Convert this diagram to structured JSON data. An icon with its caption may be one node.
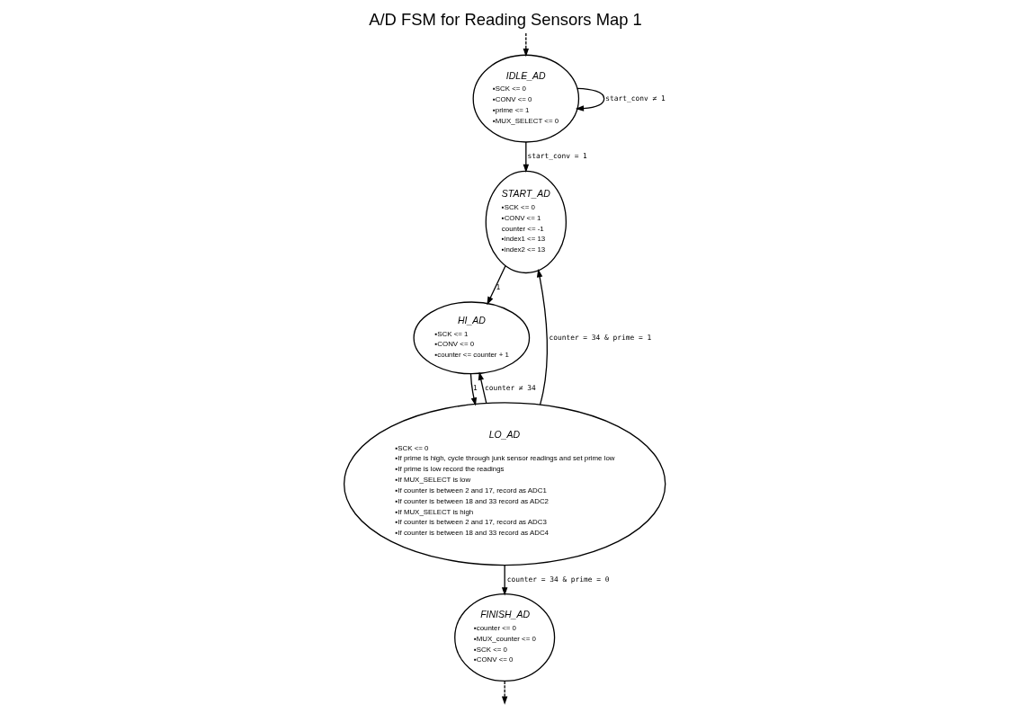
{
  "diagram": {
    "title": "A/D FSM for Reading Sensors Map 1",
    "nodes": [
      {
        "text": [
          "IDLE_AD",
          "▪SCK <= 0",
          "▪CONV <= 0",
          "▪prime <= 1",
          "▪MUX_SELECT <= 0"
        ]
      },
      {
        "text": [
          "START_AD",
          "▪SCK <= 0",
          "▪CONV <= 1",
          "counter <= -1",
          "▪index1 <= 13",
          "▪index2 <= 13"
        ]
      },
      {
        "text": [
          "LO_AD",
          "▪SCK <= 0",
          "▪If prime is high, cycle through junk sensor readings and set prime low",
          "▪If prime is low record the readings",
          "▪If MUX_SELECT is low",
          "▪If counter is between 2 and 17, record as ADC1",
          "▪If counter is between 18 and 33 record as ADC2",
          "▪If MUX_SELECT is high",
          "▪If counter is between 2 and 17, record as ADC3",
          "▪If counter is between 18 and 33 record as ADC4"
        ]
      },
      {
        "text": [
          "FINISH_AD",
          "▪counter <= 0",
          "▪MUX_counter <= 0",
          "▪SCK <= 0",
          "▪CONV <= 0"
        ]
      },
      {
        "text": [
          "HI_AD",
          "▪SCK <= 1",
          "▪CONV <= 0",
          "▪counter <= counter + 1"
        ]
      }
    ],
    "edges": [
      {
        "from": null,
        "to": 0,
        "arrow": "to",
        "style": "dashed"
      },
      {
        "from": 0,
        "to": 0,
        "arrow": "to",
        "label": "start_conv ≠ 1"
      },
      {
        "from": 0,
        "to": 1,
        "arrow": "to",
        "label": "start_conv = 1"
      },
      {
        "from": 2,
        "to": 1,
        "arrow": "to",
        "label": "counter = 34 & prime = 1"
      },
      {
        "from": 1,
        "to": 4,
        "arrow": "to",
        "label": "1"
      },
      {
        "from": 2,
        "to": 4,
        "arrow": "to",
        "label": "counter ≠ 34"
      },
      {
        "from": 4,
        "to": 2,
        "arrow": "to",
        "label": "1"
      },
      {
        "from": 2,
        "to": 3,
        "arrow": "to",
        "label": "counter = 34 & prime = 0"
      },
      {
        "from": 3,
        "to": null,
        "arrow": "to",
        "style": "dashed"
      }
    ]
  }
}
